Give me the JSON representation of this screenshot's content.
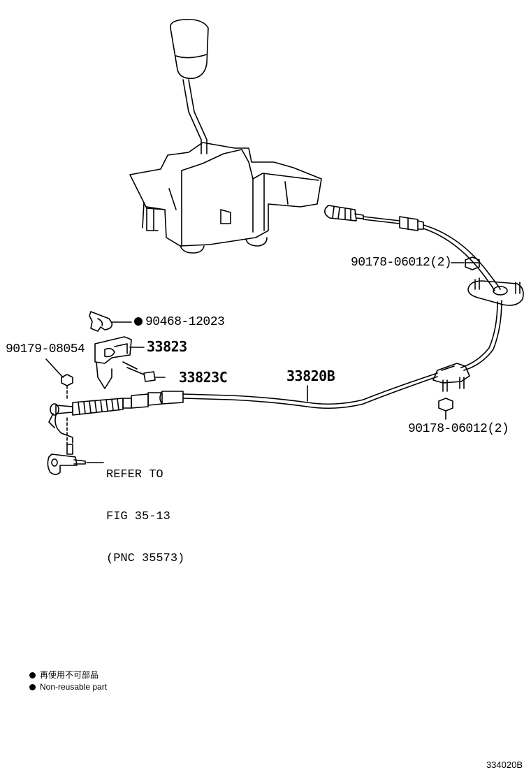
{
  "parts": {
    "nut_upper": "90178-06012(2)",
    "clip": "90468-12023",
    "bracket": "33823",
    "nut_left": "90179-08054",
    "bolt": "33823C",
    "cable": "33820B",
    "nut_lower": "90178-06012(2)"
  },
  "refer": {
    "line1": "REFER TO",
    "line2": "FIG 35-13",
    "line3": "(PNC 35573)"
  },
  "legend": {
    "jp": "再使用不可部品",
    "en": "Non-reusable part"
  },
  "figure_id": "334020B"
}
